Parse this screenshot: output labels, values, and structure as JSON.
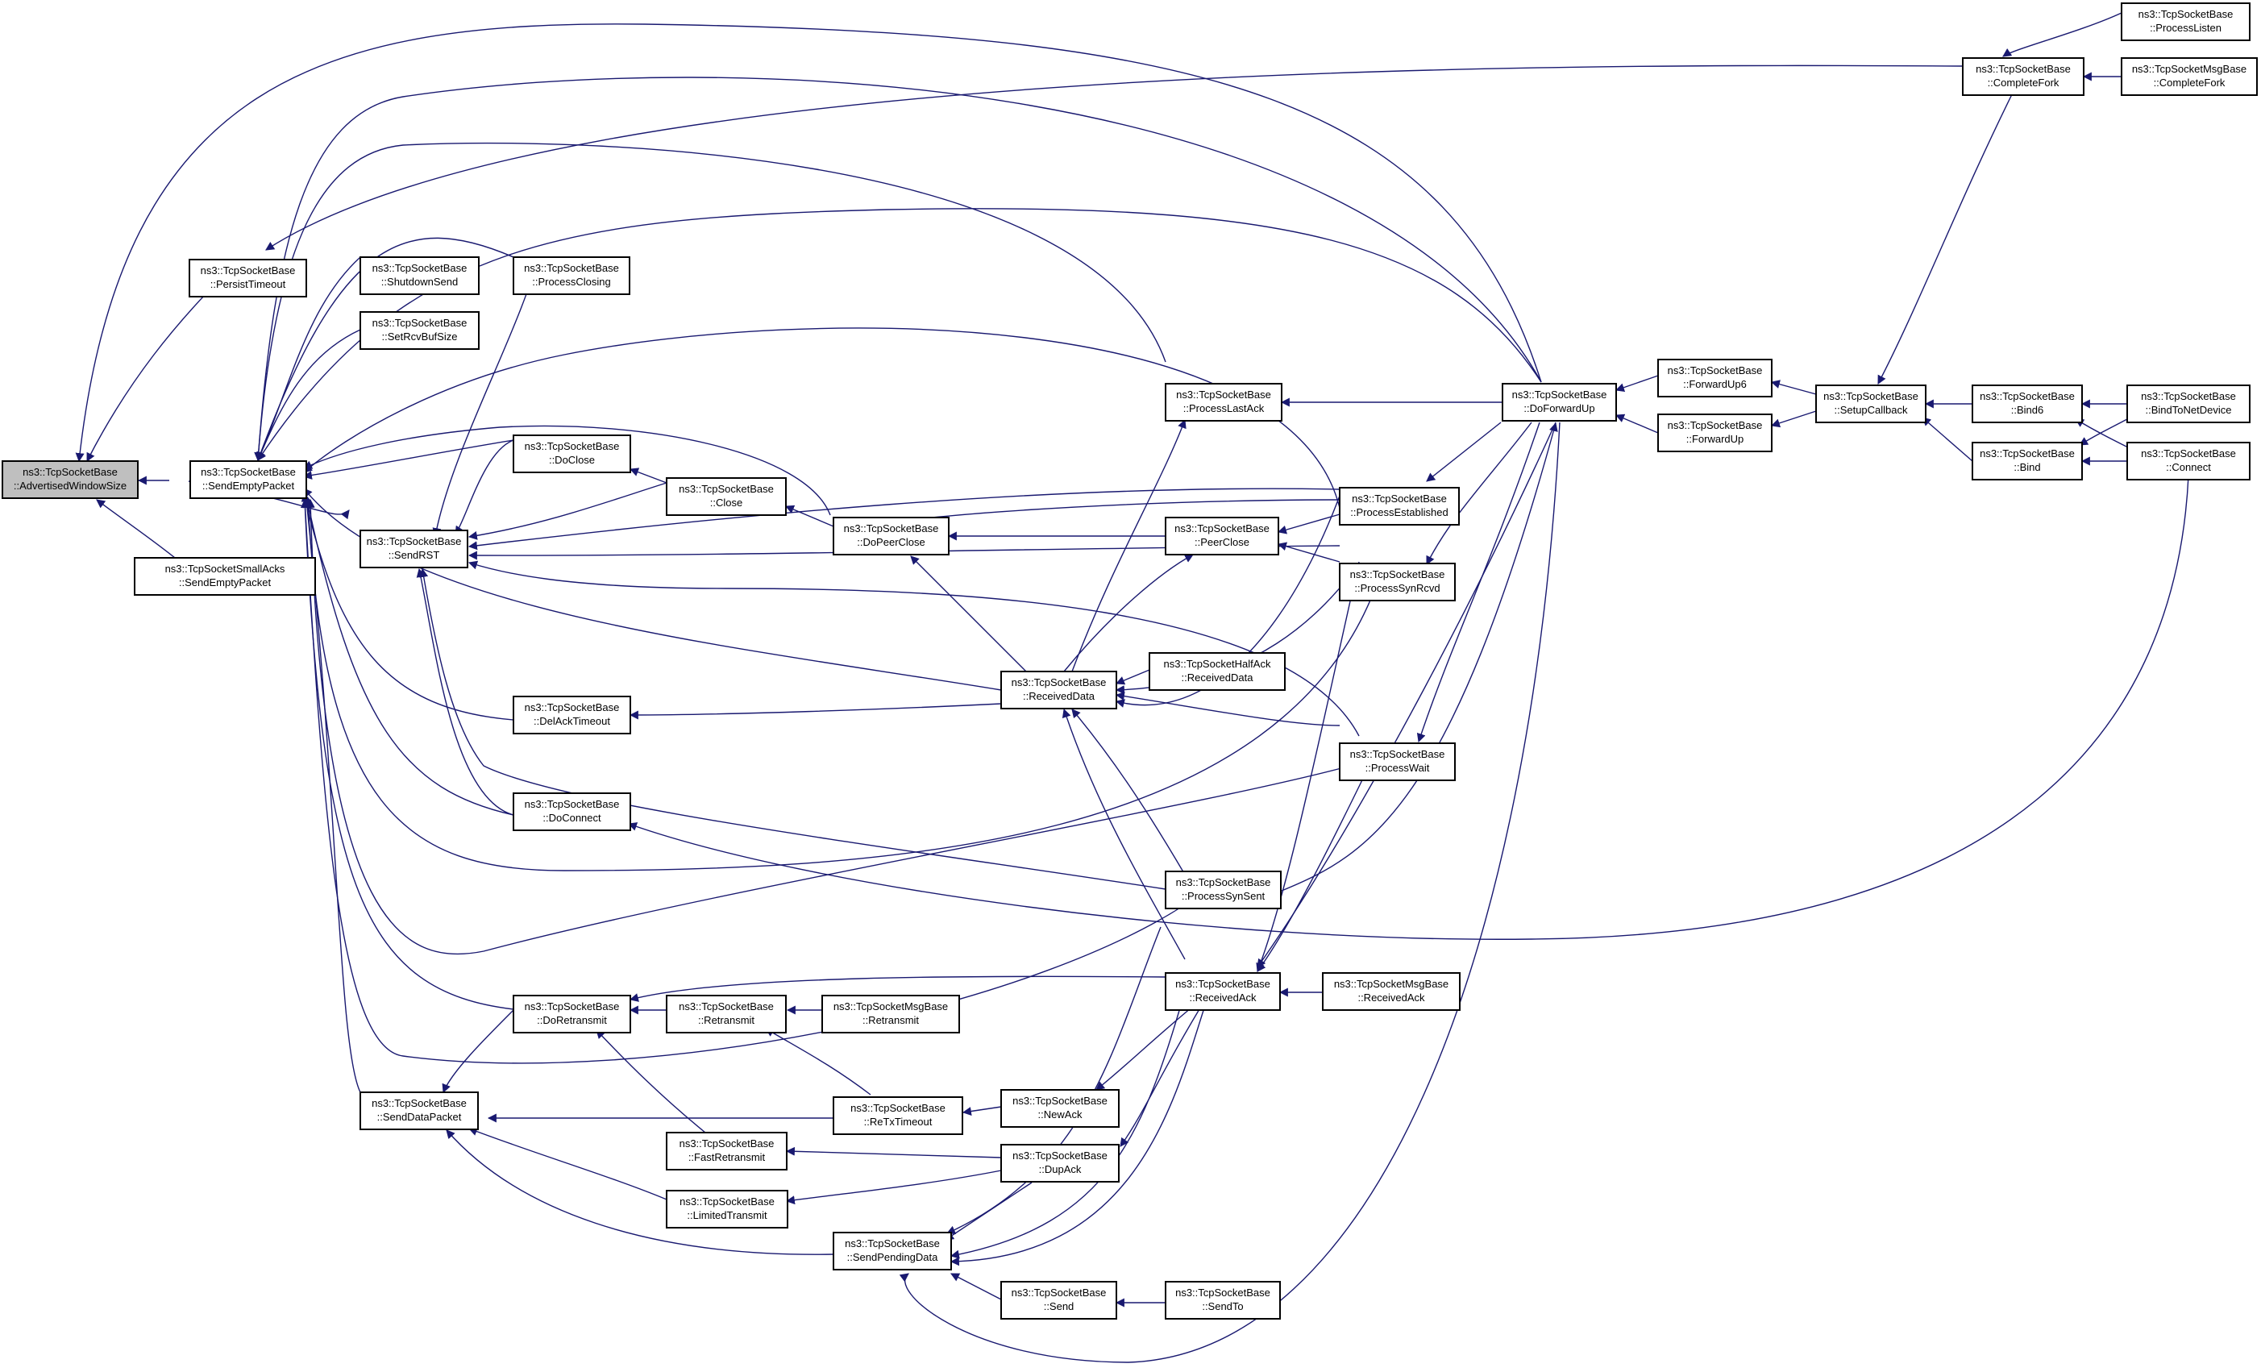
{
  "colors": {
    "edge": "#191970",
    "highlight_fill": "#bfbfbf",
    "node_fill": "#ffffff",
    "node_border": "#000000"
  },
  "nodes": {
    "advertised_window_size": {
      "l1": "ns3::TcpSocketBase",
      "l2": "::AdvertisedWindowSize"
    },
    "persist_timeout": {
      "l1": "ns3::TcpSocketBase",
      "l2": "::PersistTimeout"
    },
    "send_empty_packet": {
      "l1": "ns3::TcpSocketBase",
      "l2": "::SendEmptyPacket"
    },
    "small_acks_send_empty_packet": {
      "l1": "ns3::TcpSocketSmallAcks",
      "l2": "::SendEmptyPacket"
    },
    "shutdown_send": {
      "l1": "ns3::TcpSocketBase",
      "l2": "::ShutdownSend"
    },
    "set_rcv_buf_size": {
      "l1": "ns3::TcpSocketBase",
      "l2": "::SetRcvBufSize"
    },
    "send_rst": {
      "l1": "ns3::TcpSocketBase",
      "l2": "::SendRST"
    },
    "send_data_packet": {
      "l1": "ns3::TcpSocketBase",
      "l2": "::SendDataPacket"
    },
    "process_closing": {
      "l1": "ns3::TcpSocketBase",
      "l2": "::ProcessClosing"
    },
    "do_close": {
      "l1": "ns3::TcpSocketBase",
      "l2": "::DoClose"
    },
    "del_ack_timeout": {
      "l1": "ns3::TcpSocketBase",
      "l2": "::DelAckTimeout"
    },
    "do_connect": {
      "l1": "ns3::TcpSocketBase",
      "l2": "::DoConnect"
    },
    "do_retransmit": {
      "l1": "ns3::TcpSocketBase",
      "l2": "::DoRetransmit"
    },
    "fast_retransmit": {
      "l1": "ns3::TcpSocketBase",
      "l2": "::FastRetransmit"
    },
    "limited_transmit": {
      "l1": "ns3::TcpSocketBase",
      "l2": "::LimitedTransmit"
    },
    "close": {
      "l1": "ns3::TcpSocketBase",
      "l2": "::Close"
    },
    "retransmit": {
      "l1": "ns3::TcpSocketBase",
      "l2": "::Retransmit"
    },
    "do_peer_close": {
      "l1": "ns3::TcpSocketBase",
      "l2": "::DoPeerClose"
    },
    "msg_retransmit": {
      "l1": "ns3::TcpSocketMsgBase",
      "l2": "::Retransmit"
    },
    "retx_timeout": {
      "l1": "ns3::TcpSocketBase",
      "l2": "::ReTxTimeout"
    },
    "send_pending_data": {
      "l1": "ns3::TcpSocketBase",
      "l2": "::SendPendingData"
    },
    "received_data": {
      "l1": "ns3::TcpSocketBase",
      "l2": "::ReceivedData"
    },
    "new_ack": {
      "l1": "ns3::TcpSocketBase",
      "l2": "::NewAck"
    },
    "dup_ack": {
      "l1": "ns3::TcpSocketBase",
      "l2": "::DupAck"
    },
    "send": {
      "l1": "ns3::TcpSocketBase",
      "l2": "::Send"
    },
    "half_ack_received_data": {
      "l1": "ns3::TcpSocketHalfAck",
      "l2": "::ReceivedData"
    },
    "process_last_ack": {
      "l1": "ns3::TcpSocketBase",
      "l2": "::ProcessLastAck"
    },
    "peer_close": {
      "l1": "ns3::TcpSocketBase",
      "l2": "::PeerClose"
    },
    "process_syn_sent": {
      "l1": "ns3::TcpSocketBase",
      "l2": "::ProcessSynSent"
    },
    "received_ack": {
      "l1": "ns3::TcpSocketBase",
      "l2": "::ReceivedAck"
    },
    "send_to": {
      "l1": "ns3::TcpSocketBase",
      "l2": "::SendTo"
    },
    "process_established": {
      "l1": "ns3::TcpSocketBase",
      "l2": "::ProcessEstablished"
    },
    "process_syn_rcvd": {
      "l1": "ns3::TcpSocketBase",
      "l2": "::ProcessSynRcvd"
    },
    "process_wait": {
      "l1": "ns3::TcpSocketBase",
      "l2": "::ProcessWait"
    },
    "msg_received_ack": {
      "l1": "ns3::TcpSocketMsgBase",
      "l2": "::ReceivedAck"
    },
    "do_forward_up": {
      "l1": "ns3::TcpSocketBase",
      "l2": "::DoForwardUp"
    },
    "forward_up6": {
      "l1": "ns3::TcpSocketBase",
      "l2": "::ForwardUp6"
    },
    "forward_up": {
      "l1": "ns3::TcpSocketBase",
      "l2": "::ForwardUp"
    },
    "setup_callback": {
      "l1": "ns3::TcpSocketBase",
      "l2": "::SetupCallback"
    },
    "complete_fork": {
      "l1": "ns3::TcpSocketBase",
      "l2": "::CompleteFork"
    },
    "bind6": {
      "l1": "ns3::TcpSocketBase",
      "l2": "::Bind6"
    },
    "bind": {
      "l1": "ns3::TcpSocketBase",
      "l2": "::Bind"
    },
    "process_listen": {
      "l1": "ns3::TcpSocketBase",
      "l2": "::ProcessListen"
    },
    "msg_complete_fork": {
      "l1": "ns3::TcpSocketMsgBase",
      "l2": "::CompleteFork"
    },
    "bind_to_net_device": {
      "l1": "ns3::TcpSocketBase",
      "l2": "::BindToNetDevice"
    },
    "connect": {
      "l1": "ns3::TcpSocketBase",
      "l2": "::Connect"
    }
  }
}
